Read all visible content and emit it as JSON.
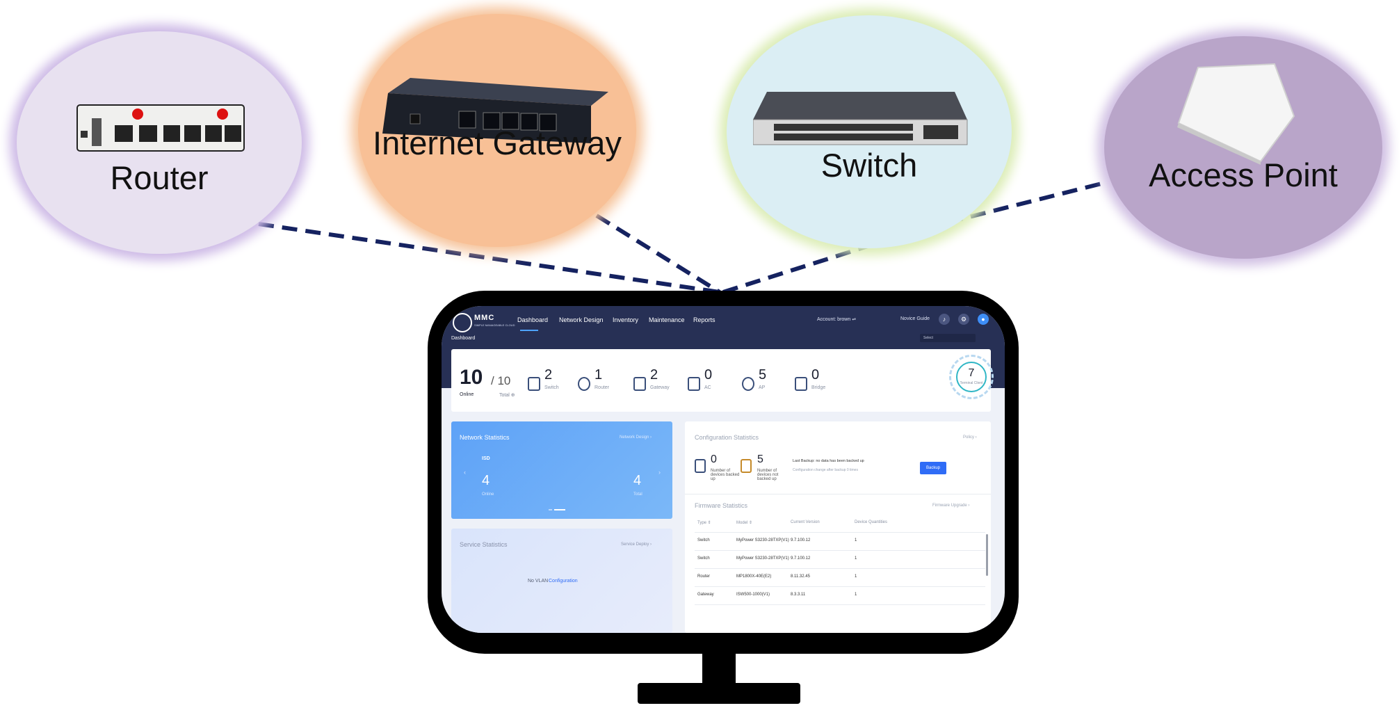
{
  "bubbles": {
    "router": {
      "label": "Router"
    },
    "gateway": {
      "label": "Internet Gateway"
    },
    "switch": {
      "label": "Switch"
    },
    "ap": {
      "label": "Access Point"
    }
  },
  "app": {
    "logo_text": "MMC",
    "logo_sub": "SIMPLE MANAGEABLE CLOUD",
    "nav": [
      "Dashboard",
      "Network Design",
      "Inventory",
      "Maintenance",
      "Reports"
    ],
    "account": "Account: brown ⇌",
    "novice_guide": "Novice Guide",
    "breadcrumb": "Dashboard",
    "select_placeholder": "Select",
    "stats": {
      "online": "10",
      "online_label": "Online",
      "total": "/ 10",
      "total_label": "Total ⊕",
      "devices": [
        {
          "count": "2",
          "label": "Switch"
        },
        {
          "count": "1",
          "label": "Router"
        },
        {
          "count": "2",
          "label": "Gateway"
        },
        {
          "count": "0",
          "label": "AC"
        },
        {
          "count": "5",
          "label": "AP"
        },
        {
          "count": "0",
          "label": "Bridge"
        }
      ],
      "gauge_value": "7",
      "gauge_label": "Terminal Client"
    },
    "network_stats": {
      "title": "Network Statistics",
      "link": "Network Design  ›",
      "tag": "ISD",
      "online_value": "4",
      "online_label": "Online",
      "total_value": "4",
      "total_label": "Total"
    },
    "service_stats": {
      "title": "Service Statistics",
      "link": "Service Deploy  ›",
      "empty_text": "No VLAN",
      "empty_link": "Configuration"
    },
    "config_stats": {
      "title": "Configuration Statistics",
      "link": "Policy  ›",
      "backed_up": "0",
      "backed_up_label": "Number of devices backed up",
      "not_backed_up": "5",
      "not_backed_up_label": "Number of devices not backed up",
      "last_backup": "Last Backup: no data has been backed up",
      "config_change": "Configuration change after backup 0 times",
      "backup_button": "Backup"
    },
    "firmware_stats": {
      "title": "Firmware Statistics",
      "link": "Firmware Upgrade  ›",
      "columns": [
        "Type ⇕",
        "Model ⇕",
        "Current Version",
        "Device Quantities"
      ],
      "rows": [
        [
          "Switch",
          "MyPower S3230-28TXP(V1)",
          "9.7.100.12",
          "1"
        ],
        [
          "Switch",
          "MyPower S3230-28TXP(V1)",
          "9.7.100.12",
          "1"
        ],
        [
          "Router",
          "MP1800X-40E(E2)",
          "8.11.32.45",
          "1"
        ],
        [
          "Gateway",
          "ISW500-1000(V1)",
          "8.3.3.11",
          "1"
        ]
      ]
    }
  }
}
